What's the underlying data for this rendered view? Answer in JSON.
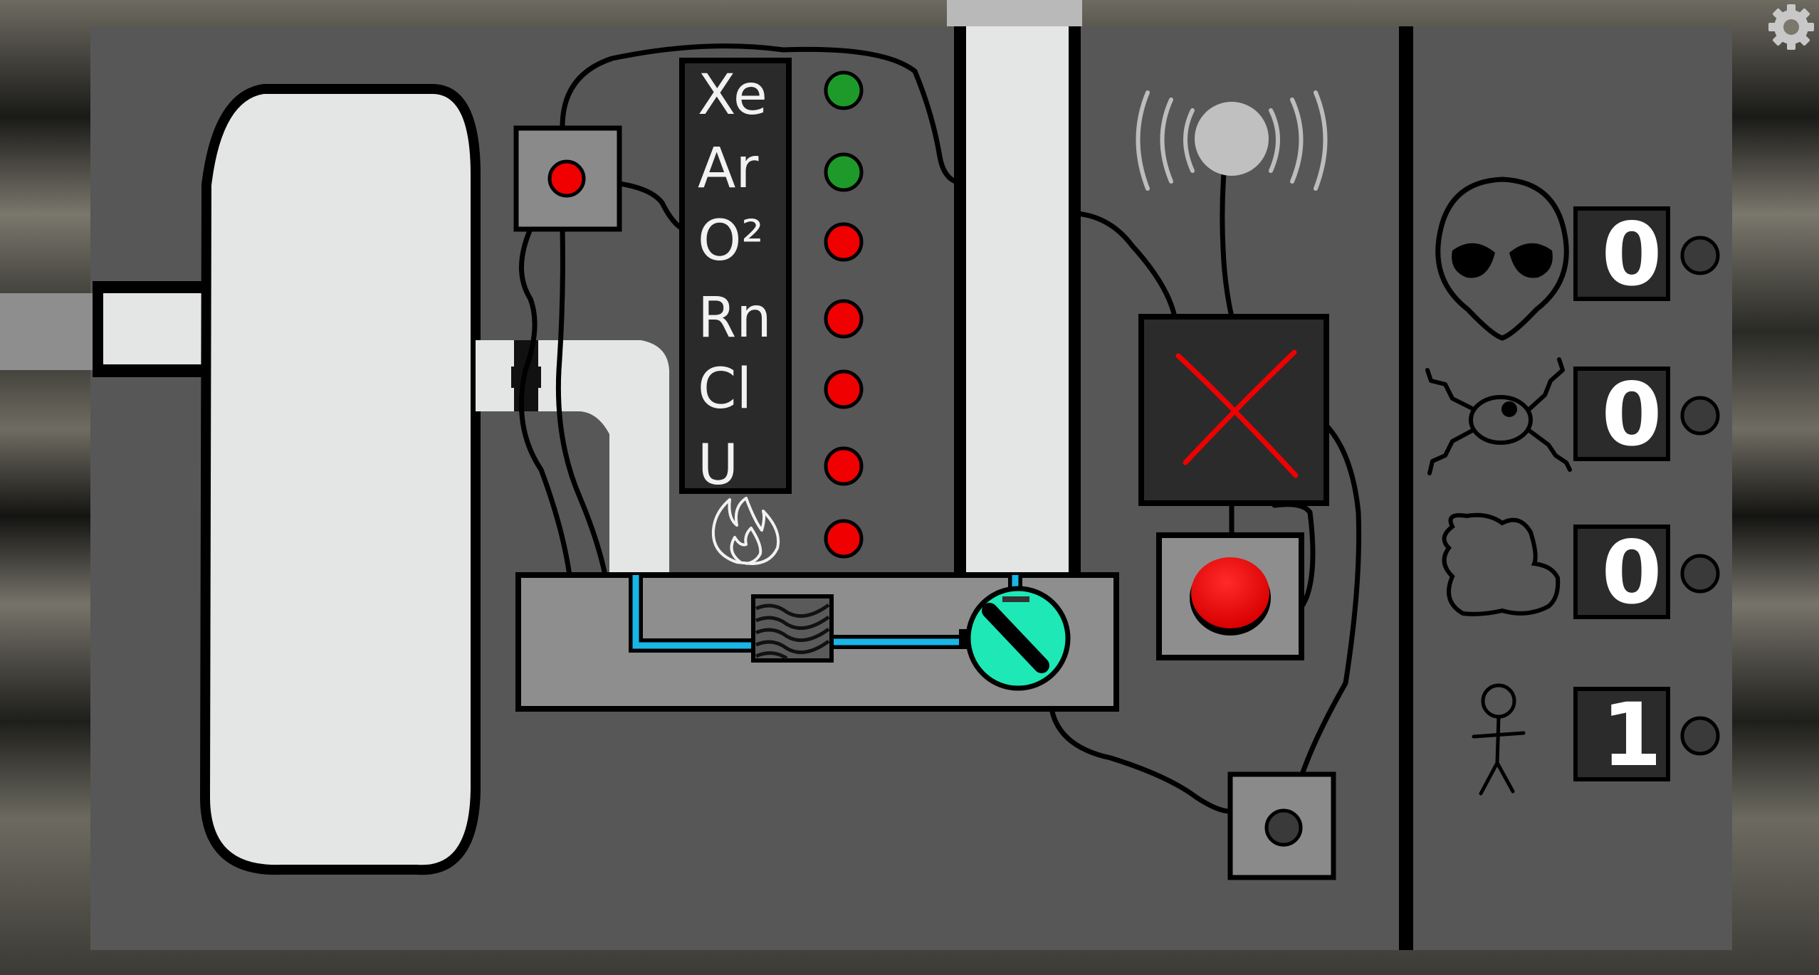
{
  "elements": [
    {
      "symbol": "Xe",
      "status": "ok"
    },
    {
      "symbol": "Ar",
      "status": "ok"
    },
    {
      "symbol": "O²",
      "status": "alert"
    },
    {
      "symbol": "Rn",
      "status": "alert"
    },
    {
      "symbol": "Cl",
      "status": "alert"
    },
    {
      "symbol": "U",
      "status": "alert"
    }
  ],
  "fire_indicator": {
    "icon": "flame-icon",
    "status": "alert"
  },
  "counters": [
    {
      "icon": "alien-head-icon",
      "value": "0",
      "status": "off"
    },
    {
      "icon": "bug-creature-icon",
      "value": "0",
      "status": "off"
    },
    {
      "icon": "blob-creature-icon",
      "value": "0",
      "status": "off"
    },
    {
      "icon": "stick-figure-icon",
      "value": "1",
      "status": "on"
    }
  ],
  "colors": {
    "ok": "#1e9a2a",
    "alert": "#f00000",
    "off": "#3a3a3a",
    "panel": "#575757",
    "valve": "#1de8b6",
    "coolant_line": "#19b6e6",
    "tank": "#e3e6e4"
  }
}
